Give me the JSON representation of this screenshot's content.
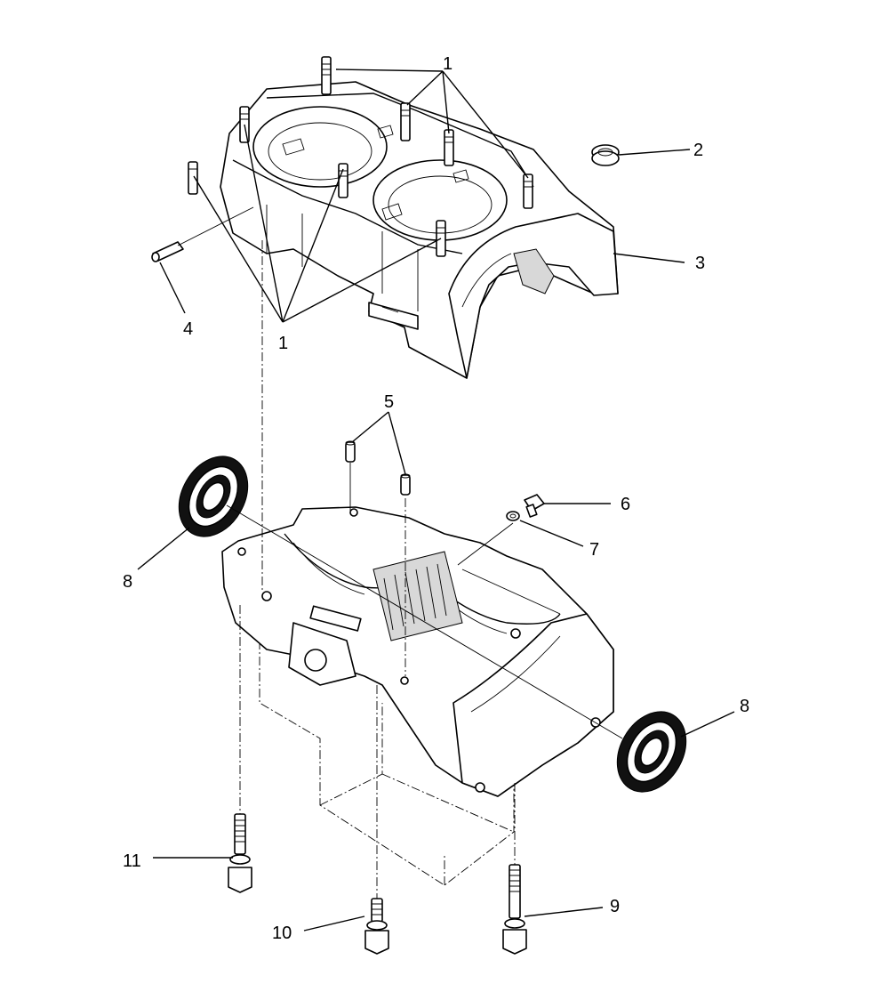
{
  "callouts": {
    "c1_top": "1",
    "c1_bottom": "1",
    "c2": "2",
    "c3": "3",
    "c4": "4",
    "c5": "5",
    "c6": "6",
    "c7": "7",
    "c8_left": "8",
    "c8_right": "8",
    "c9": "9",
    "c10": "10",
    "c11": "11"
  },
  "colors": {
    "line": "#000000",
    "background": "#ffffff",
    "fill": "#ffffff"
  }
}
